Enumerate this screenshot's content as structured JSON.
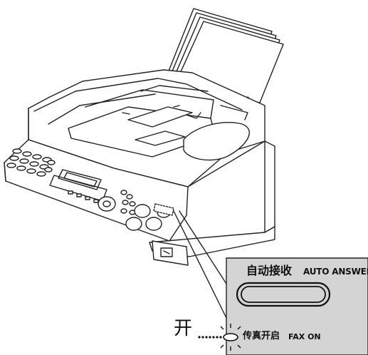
{
  "callout": {
    "button_label_cn": "自动接收",
    "button_label_en": "AUTO ANSWER",
    "indicator_label_cn": "传真开启",
    "indicator_label_en": "FAX ON",
    "indicator_state": "开"
  },
  "colors": {
    "line": "#222222",
    "panel": "#d4d4d4",
    "device": "#ffffff"
  }
}
